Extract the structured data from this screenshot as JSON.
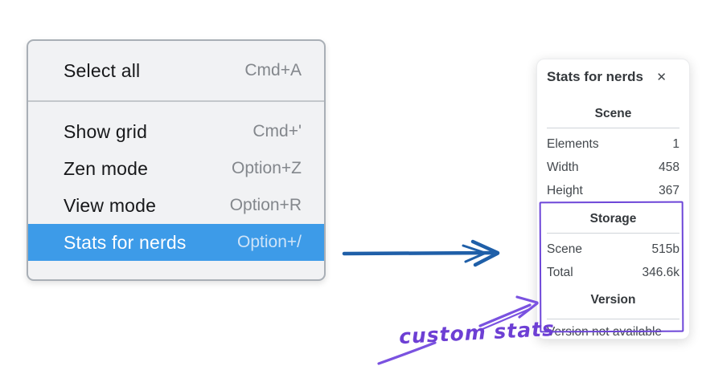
{
  "context_menu": {
    "groups": [
      {
        "items": [
          {
            "label": "Select all",
            "shortcut": "Cmd+A"
          }
        ]
      },
      {
        "items": [
          {
            "label": "Show grid",
            "shortcut": "Cmd+'"
          },
          {
            "label": "Zen mode",
            "shortcut": "Option+Z"
          },
          {
            "label": "View mode",
            "shortcut": "Option+R"
          },
          {
            "label": "Stats for nerds",
            "shortcut": "Option+/",
            "selected": true
          }
        ]
      }
    ]
  },
  "stats_panel": {
    "title": "Stats for nerds",
    "close_icon": "✕",
    "scene_section": {
      "heading": "Scene",
      "rows": [
        {
          "label": "Elements",
          "value": "1"
        },
        {
          "label": "Width",
          "value": "458"
        },
        {
          "label": "Height",
          "value": "367"
        }
      ]
    },
    "storage_section": {
      "heading": "Storage",
      "rows": [
        {
          "label": "Scene",
          "value": "515b"
        },
        {
          "label": "Total",
          "value": "346.6k"
        }
      ]
    },
    "version_section": {
      "heading": "Version",
      "note": "Version not available"
    }
  },
  "annotation": {
    "label": "custom stats"
  },
  "colors": {
    "menu_selection_blue": "#3d9be8",
    "menu_background": "#f1f2f4",
    "arrow_blue": "#1f5fa8",
    "annotation_purple": "#6d46d8",
    "panel_text": "#43484d"
  }
}
